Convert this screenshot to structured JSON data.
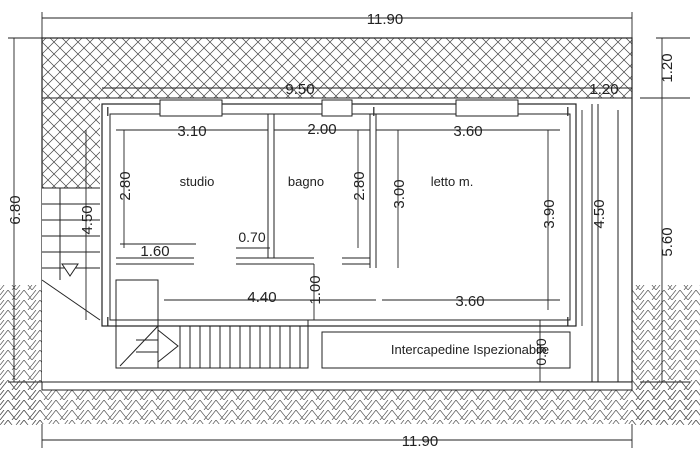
{
  "rooms": {
    "studio": "studio",
    "bagno": "bagno",
    "letto": "letto m."
  },
  "labels": {
    "intercapedine": "Intercapedine Ispezionabile"
  },
  "dimensions": {
    "top_overall": "11.90",
    "bottom_overall": "11.90",
    "inner_width": "9.50",
    "right_offset": "1.20",
    "studio_width": "3.10",
    "bagno_width": "2.00",
    "letto_width": "3.60",
    "studio_depth": "2.80",
    "bagno_depth": "2.80",
    "letto_depth_a": "3.00",
    "letto_depth_b": "3.90",
    "stair_depth": "4.50",
    "right_depth": "4.50",
    "left_total": "6.80",
    "right_total": "5.60",
    "right_top": "1.20",
    "studio_door": "1.60",
    "bagno_door": "0.70",
    "hall_width": "4.40",
    "hall_right": "3.60",
    "hall_depth": "1.00",
    "gap_depth": "0.90"
  }
}
